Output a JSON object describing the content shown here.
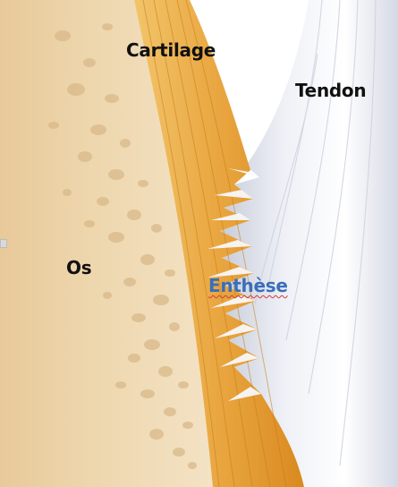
{
  "labels": {
    "cartilage": "Cartilage",
    "tendon": "Tendon",
    "os": "Os",
    "enthese": "Enthèse"
  },
  "colors": {
    "bone": "#ecd3a2",
    "bone_edge": "#f3e4c5",
    "cartilage": "#e9a640",
    "cartilage_dark": "#d98a1f",
    "tendon": "#e9ecf4",
    "tendon_shadow": "#c7ccd9",
    "enthese_label": "#3a6fb8",
    "background": "#ffffff"
  }
}
